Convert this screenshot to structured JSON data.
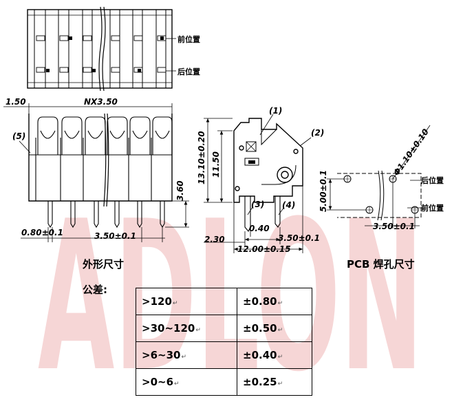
{
  "watermark": "ADLON",
  "top_view": {
    "front_label": "前位置",
    "rear_label": "后位置"
  },
  "front_view": {
    "dim_pitch": "NX3.50",
    "dim_offset": "1.50",
    "dim_pin_width": "0.80±0.1",
    "dim_pin_pitch": "3.50±0.1",
    "dim_pin_length": "3.60",
    "callout_5": "(5)"
  },
  "side_view": {
    "callout_1": "(1)",
    "callout_2": "(2)",
    "callout_3": "(3)",
    "callout_4": "(4)",
    "dim_height": "13.10±0.20",
    "dim_body_height": "11.50",
    "dim_pin_thick": "0.40",
    "dim_pitch": "3.50±0.1",
    "dim_left": "2.30",
    "dim_width": "12.00±0.15"
  },
  "pcb_view": {
    "dim_hole": "Φ1.10±0.10",
    "dim_row_gap": "5.00±0.1",
    "dim_pitch": "3.50±0.1",
    "rear_label": "后位置",
    "front_label": "前位置"
  },
  "headings": {
    "outline": "外形尺寸",
    "pcb_hole": "PCB 焊孔尺寸",
    "tolerance": "公差:"
  },
  "tolerance_table": [
    {
      "range": ">120",
      "tolerance": "±0.80"
    },
    {
      "range": ">30~120",
      "tolerance": "±0.50"
    },
    {
      "range": ">6~30",
      "tolerance": "±0.40"
    },
    {
      "range": ">0~6",
      "tolerance": "±0.25"
    }
  ],
  "paragraph_mark": "↵"
}
